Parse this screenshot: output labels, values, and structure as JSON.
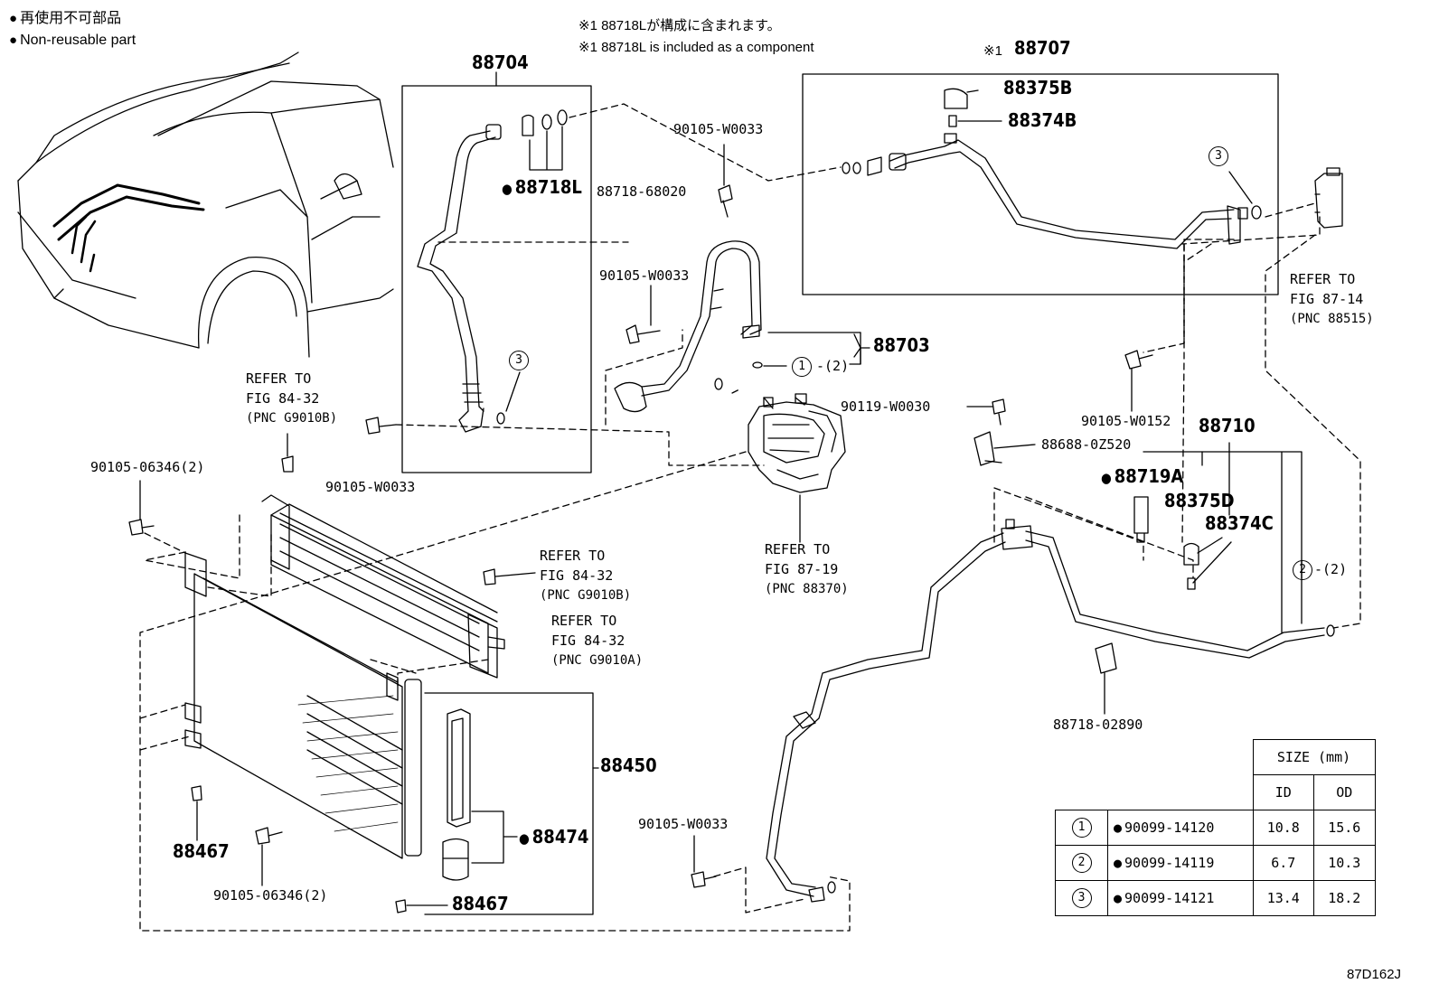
{
  "legend": {
    "jp": "再使用不可部品",
    "en": "Non-reusable part"
  },
  "note": {
    "jp": "※1 88718Lが構成に含まれます。",
    "en": "※1 88718L is included as a component"
  },
  "labels": {
    "p88704": "88704",
    "p88707": "88707",
    "p88707_mark": "※1",
    "p88375B": "88375B",
    "p88374B": "88374B",
    "p88718L": "88718L",
    "p88718_68020": "88718-68020",
    "bolt_top": "90105-W0033",
    "bolt_mid": "90105-W0033",
    "bolt_left": "90105-W0033",
    "bolt_bottom": "90105-W0033",
    "p88703": "88703",
    "p88703_ring": "-(2)",
    "p90119": "90119-W0030",
    "p88688": "88688-0Z520",
    "p90105_W0152": "90105-W0152",
    "p88710": "88710",
    "p88719A": "88719A",
    "p88375D": "88375D",
    "p88374C": "88374C",
    "p88710_ring": "-(2)",
    "p88718_02890": "88718-02890",
    "p90105_06346_top": "90105-06346(2)",
    "p90105_06346_bot": "90105-06346(2)",
    "p88467_a": "88467",
    "p88467_b": "88467",
    "p88450": "88450",
    "p88474": "88474",
    "diagram_code": "87D162J"
  },
  "refers": [
    {
      "line1": "REFER TO",
      "line2": "FIG 84-32",
      "line3": "(PNC G9010B)"
    },
    {
      "line1": "REFER TO",
      "line2": "FIG 84-32",
      "line3": "(PNC G9010B)"
    },
    {
      "line1": "REFER TO",
      "line2": "FIG 84-32",
      "line3": "(PNC G9010A)"
    },
    {
      "line1": "REFER TO",
      "line2": "FIG 87-19",
      "line3": "(PNC 88370)"
    },
    {
      "line1": "REFER TO",
      "line2": "FIG 87-14",
      "line3": "(PNC 88515)"
    }
  ],
  "callouts": {
    "c1": "1",
    "c2": "2",
    "c3": "3"
  },
  "size_table": {
    "header": "SIZE (mm)",
    "col_id": "ID",
    "col_od": "OD",
    "rows": [
      {
        "no": "1",
        "part": "90099-14120",
        "id": "10.8",
        "od": "15.6"
      },
      {
        "no": "2",
        "part": "90099-14119",
        "id": "6.7",
        "od": "10.3"
      },
      {
        "no": "3",
        "part": "90099-14121",
        "id": "13.4",
        "od": "18.2"
      }
    ]
  }
}
